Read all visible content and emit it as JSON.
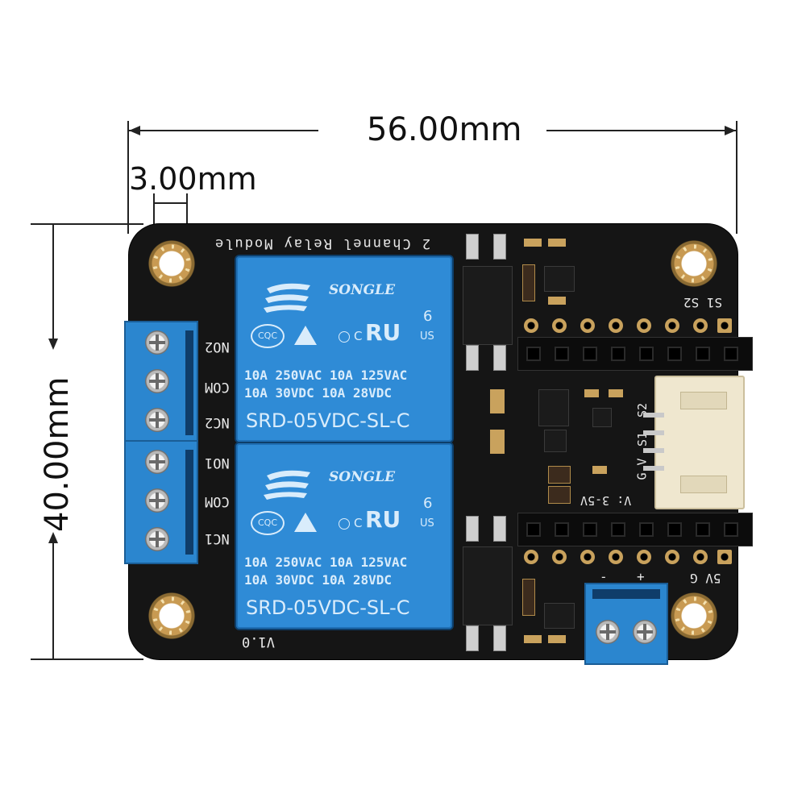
{
  "dimensions": {
    "width": "56.00mm",
    "height": "40.00mm",
    "hole_offset": "3.00mm"
  },
  "board": {
    "title": "2 Channel Relay Module",
    "version": "V1.0",
    "left_labels": [
      "NO2",
      "COM",
      "NC2",
      "NO1",
      "COM",
      "NC1"
    ],
    "top_header_label": "S1 S2",
    "bottom_header_label": "5V G",
    "connector_labels": [
      "S2",
      "S1",
      "V",
      "G"
    ],
    "voltage_label": "V: 3-5V",
    "power_terminal_labels": [
      "-",
      "+"
    ]
  },
  "relays": [
    {
      "brand": "SONGLE",
      "spec_lines": [
        "10A 250VAC  10A 125VAC",
        "10A  30VDC  10A  28VDC"
      ],
      "model": "SRD-05VDC-SL-C",
      "cert_number": "6",
      "cert_us": "US",
      "cert_c": "C",
      "cert_cqc": "CQC"
    },
    {
      "brand": "SONGLE",
      "spec_lines": [
        "10A 250VAC  10A 125VAC",
        "10A  30VDC  10A  28VDC"
      ],
      "model": "SRD-05VDC-SL-C",
      "cert_number": "6",
      "cert_us": "US",
      "cert_c": "C",
      "cert_cqc": "CQC"
    }
  ],
  "colors": {
    "board": "#151515",
    "relay_blue": "#2f8bd6",
    "terminal_blue": "#2b86cf",
    "gold": "#c9a25d",
    "connector_cream": "#efe7cf"
  }
}
